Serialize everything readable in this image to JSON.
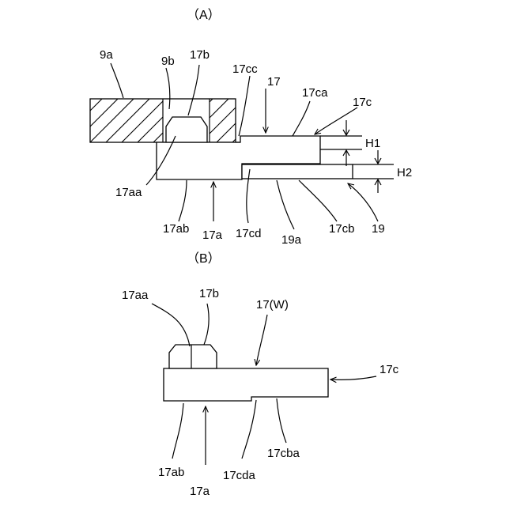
{
  "figure_a": {
    "title": "（A）",
    "labels": {
      "l_9a": "9a",
      "l_9b": "9b",
      "l_17b": "17b",
      "l_17cc": "17cc",
      "l_17": "17",
      "l_17ca": "17ca",
      "l_17c": "17c",
      "l_H1": "H1",
      "l_H2": "H2",
      "l_17aa": "17aa",
      "l_17ab": "17ab",
      "l_17a": "17a",
      "l_17cd": "17cd",
      "l_19a": "19a",
      "l_17cb": "17cb",
      "l_19": "19"
    }
  },
  "figure_b": {
    "title": "（B）",
    "labels": {
      "l_17aa": "17aa",
      "l_17b": "17b",
      "l_17W": "17(W)",
      "l_17c": "17c",
      "l_17ab": "17ab",
      "l_17a": "17a",
      "l_17cda": "17cda",
      "l_17cba": "17cba"
    }
  },
  "colors": {
    "line": "#000000",
    "background": "#ffffff"
  }
}
